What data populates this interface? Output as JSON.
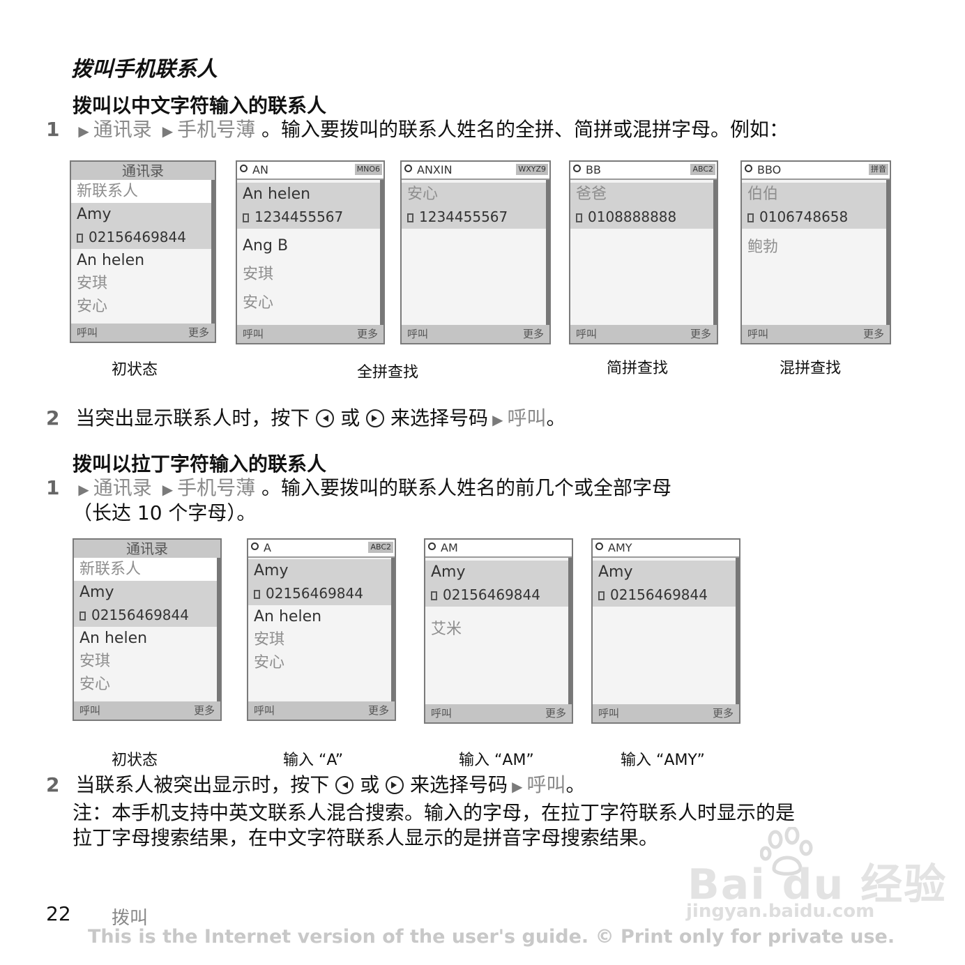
{
  "page": {
    "title": "拨叫手机联系人",
    "section1": {
      "heading": "拨叫以中文字符输入的联系人",
      "step1": {
        "num": "1",
        "menu1": "通讯录",
        "menu2": "手机号薄",
        "text": "。输入要拨叫的联系人姓名的全拼、简拼或混拼字母。例如："
      },
      "step2": {
        "num": "2",
        "text_a": "当突出显示联系人时，按下",
        "or": "或",
        "text_b": "来选择号码",
        "action": "呼叫",
        "end": "。"
      }
    },
    "section2": {
      "heading": "拨叫以拉丁字符输入的联系人",
      "step1": {
        "num": "1",
        "menu1": "通讯录",
        "menu2": "手机号薄",
        "text": "。输入要拨叫的联系人姓名的前几个或全部字母",
        "text2": "（长达 10 个字母）。"
      },
      "step2": {
        "num": "2",
        "text_a": "当联系人被突出显示时，按下",
        "or": "或",
        "text_b": "来选择号码",
        "action": "呼叫",
        "end": "。"
      },
      "note1": "注：本手机支持中英文联系人混合搜索。输入的字母，在拉丁字符联系人时显示的是",
      "note2": "拉丁字母搜索结果，在中文字符联系人显示的是拼音字母搜索结果。"
    },
    "captions1": [
      "初状态",
      "全拼查找",
      "简拼查找",
      "混拼查找"
    ],
    "captions2": [
      "初状态",
      "输入 “A”",
      "输入 “AM”",
      "输入 “AMY”"
    ],
    "footer": {
      "page_num": "22",
      "section": "拨叫",
      "note": "This is the Internet version of the user's guide. © Print only for private use."
    },
    "watermark": {
      "brand": "Bai du 经验",
      "url": "jingyan.baidu.com"
    }
  },
  "screens": {
    "title": "通讯录",
    "soft_left": "呼叫",
    "soft_right": "更多",
    "row1": {
      "init": [
        "新联系人",
        "Amy",
        "02156469844",
        "An helen",
        "安琪",
        "安心"
      ],
      "s2": {
        "query": "AN",
        "mode": "MNO6",
        "rows": [
          "An helen",
          "1234455567",
          "Ang B",
          "安琪",
          "安心"
        ]
      },
      "s3": {
        "query": "ANXIN",
        "mode": "WXYZ9",
        "rows": [
          "安心",
          "1234455567"
        ]
      },
      "s4": {
        "query": "BB",
        "mode": "ABC2",
        "rows": [
          "爸爸",
          "0108888888"
        ]
      },
      "s5": {
        "query": "BBO",
        "mode": "拼音",
        "rows": [
          "伯伯",
          "0106748658",
          "鲍勃"
        ]
      }
    },
    "row2": {
      "init": [
        "新联系人",
        "Amy",
        "02156469844",
        "An helen",
        "安琪",
        "安心"
      ],
      "s2": {
        "query": "A",
        "mode": "ABC2",
        "rows": [
          "Amy",
          "02156469844",
          "An helen",
          "安琪",
          "安心"
        ]
      },
      "s3": {
        "query": "AM",
        "rows": [
          "Amy",
          "02156469844",
          "艾米"
        ]
      },
      "s4": {
        "query": "AMY",
        "rows": [
          "Amy",
          "02156469844"
        ]
      }
    }
  }
}
